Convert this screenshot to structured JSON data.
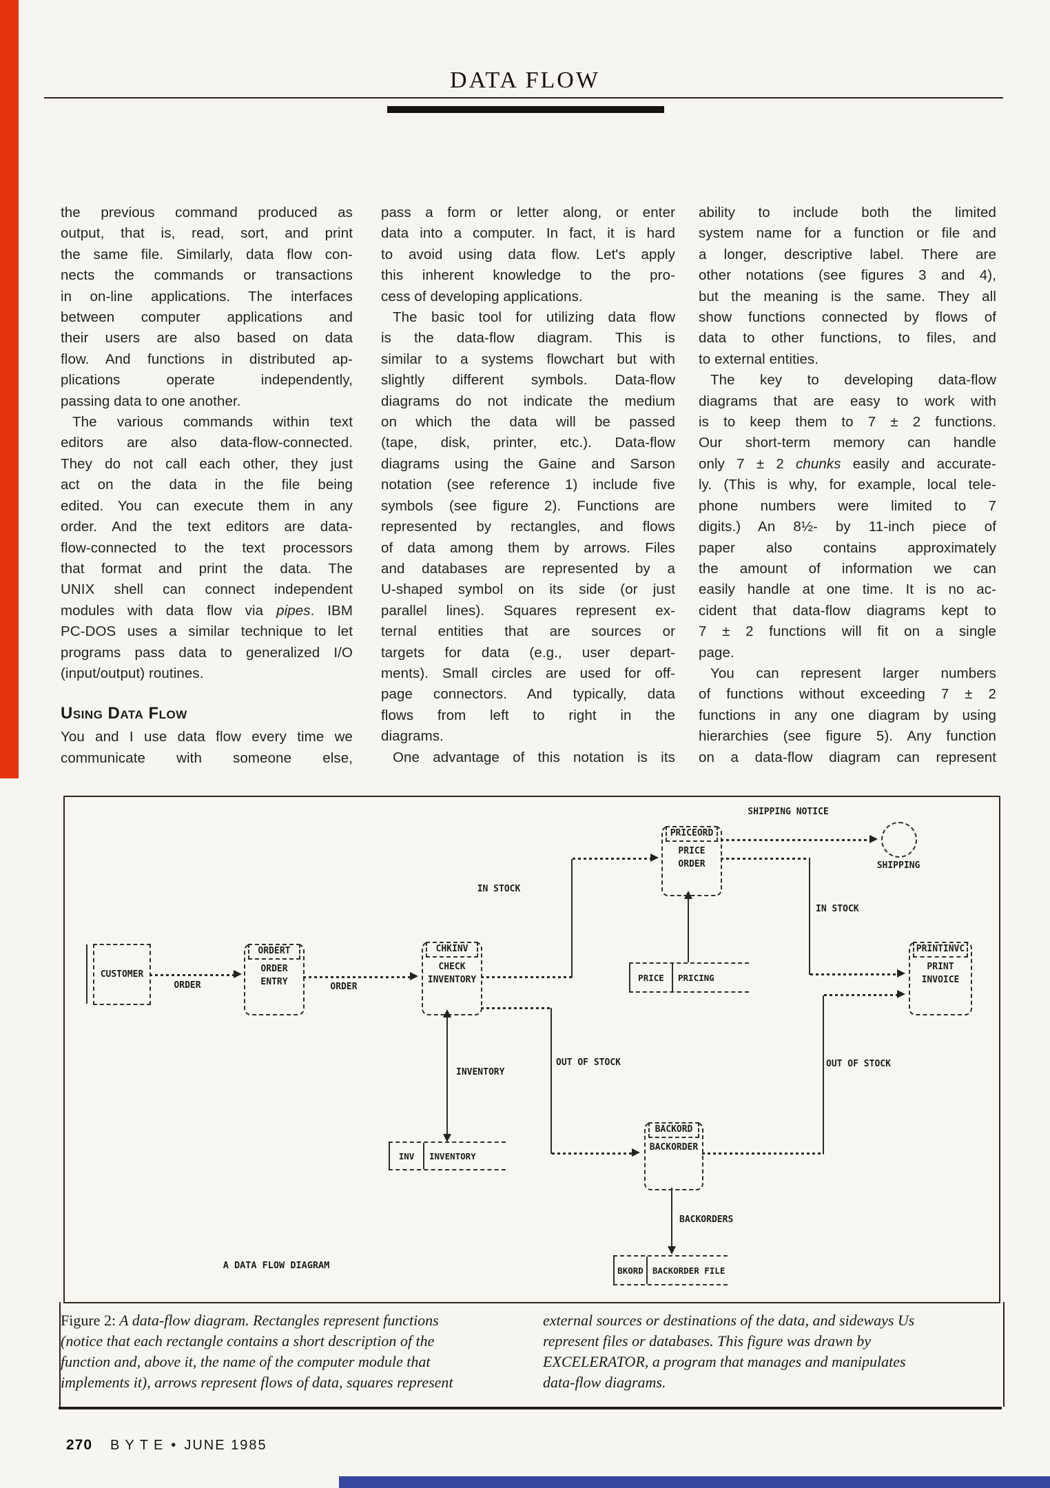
{
  "header": {
    "title": "DATA FLOW"
  },
  "article": {
    "columns": [
      {
        "lines": [
          {
            "t": "the previous command produced as"
          },
          {
            "t": "output, that is, read, sort, and print"
          },
          {
            "t": "the same file. Similarly, data flow con-"
          },
          {
            "t": "nects the commands or transactions"
          },
          {
            "t": "in on-line applications. The interfaces"
          },
          {
            "t": "between computer applications and"
          },
          {
            "t": "their users are also based on data"
          },
          {
            "t": "flow. And functions in distributed ap-"
          },
          {
            "t": "plications operate independently,"
          },
          {
            "t": "passing data to one another.",
            "e": 1
          },
          {
            "t": "The various commands within text",
            "i": 1
          },
          {
            "t": "editors are also data-flow-connected."
          },
          {
            "t": "They do not call each other, they just"
          },
          {
            "t": "act on the data in the file being"
          },
          {
            "t": "edited. You can execute them in any"
          },
          {
            "t": "order. And the text editors are data-"
          },
          {
            "t": "flow-connected to the text processors"
          },
          {
            "t": "that format and print the data. The"
          },
          {
            "t": "UNIX shell can connect independent"
          },
          {
            "t": "modules with data flow via *pipes*. IBM"
          },
          {
            "t": "PC-DOS uses a similar technique to let"
          },
          {
            "t": "programs pass data to generalized I/O"
          },
          {
            "t": "(input/output) routines.",
            "e": 1
          },
          {
            "t": "Using Data Flow",
            "h": 1
          },
          {
            "t": "You and I use data flow every time we"
          },
          {
            "t": "communicate with someone else,"
          }
        ]
      },
      {
        "lines": [
          {
            "t": "pass a form or letter along, or enter"
          },
          {
            "t": "data into a computer. In fact, it is hard"
          },
          {
            "t": "to avoid using data flow. Let's apply"
          },
          {
            "t": "this inherent knowledge to the pro-"
          },
          {
            "t": "cess of developing applications.",
            "e": 1
          },
          {
            "t": "The basic tool for utilizing data flow",
            "i": 1
          },
          {
            "t": "is the data-flow diagram. This is"
          },
          {
            "t": "similar to a systems flowchart but with"
          },
          {
            "t": "slightly different symbols. Data-flow"
          },
          {
            "t": "diagrams do not indicate the medium"
          },
          {
            "t": "on which the data will be passed"
          },
          {
            "t": "(tape, disk, printer, etc.). Data-flow"
          },
          {
            "t": "diagrams using the Gaine and Sarson"
          },
          {
            "t": "notation (see reference 1) include five"
          },
          {
            "t": "symbols (see figure 2). Functions are"
          },
          {
            "t": "represented by rectangles, and flows"
          },
          {
            "t": "of data among them by arrows. Files"
          },
          {
            "t": "and databases are represented by a"
          },
          {
            "t": "U-shaped symbol on its side (or just"
          },
          {
            "t": "parallel lines). Squares represent ex-"
          },
          {
            "t": "ternal entities that are sources or"
          },
          {
            "t": "targets for data (e.g., user depart-"
          },
          {
            "t": "ments). Small circles are used for off-"
          },
          {
            "t": "page connectors. And typically, data"
          },
          {
            "t": "flows from left to right in the"
          },
          {
            "t": "diagrams.",
            "e": 1
          },
          {
            "t": "One advantage of this notation is its",
            "i": 1
          }
        ]
      },
      {
        "lines": [
          {
            "t": "ability to include both the limited"
          },
          {
            "t": "system name for a function or file and"
          },
          {
            "t": "a longer, descriptive label. There are"
          },
          {
            "t": "other notations (see figures 3 and 4),"
          },
          {
            "t": "but the meaning is the same. They all"
          },
          {
            "t": "show functions connected by flows of"
          },
          {
            "t": "data to other functions, to files, and"
          },
          {
            "t": "to external entities.",
            "e": 1
          },
          {
            "t": "The key to developing data-flow",
            "i": 1
          },
          {
            "t": "diagrams that are easy to work with"
          },
          {
            "t": "is to keep them to 7 ± 2 functions."
          },
          {
            "t": "Our short-term memory can handle"
          },
          {
            "t": "only 7 ± 2 *chunks* easily and accurate-"
          },
          {
            "t": "ly. (This is why, for example, local tele-"
          },
          {
            "t": "phone numbers were limited to 7"
          },
          {
            "t": "digits.) An 8½- by 11-inch piece of"
          },
          {
            "t": "paper also contains approximately"
          },
          {
            "t": "the amount of information we can"
          },
          {
            "t": "easily handle at one time. It is no ac-"
          },
          {
            "t": "cident that data-flow diagrams kept to"
          },
          {
            "t": "7 ± 2 functions will fit on a single"
          },
          {
            "t": "page.",
            "e": 1
          },
          {
            "t": "You can represent larger numbers",
            "i": 1
          },
          {
            "t": "of functions without exceeding 7 ± 2"
          },
          {
            "t": "functions in any one diagram by using"
          },
          {
            "t": "hierarchies (see figure 5). Any function"
          },
          {
            "t": "on a data-flow diagram can represent"
          }
        ]
      }
    ]
  },
  "figure": {
    "diagram": {
      "title": "A DATA FLOW DIAGRAM",
      "entities": {
        "customer": "CUSTOMER"
      },
      "functions": {
        "orderentry": {
          "module": "ORDERT",
          "line1": "ORDER",
          "line2": "ENTRY"
        },
        "chkinv": {
          "module": "CHKINV",
          "line1": "CHECK",
          "line2": "INVENTORY"
        },
        "priceord": {
          "module": "PRICEORD",
          "line1": "PRICE",
          "line2": "ORDER"
        },
        "backord": {
          "module": "BACKORD",
          "line1": "BACKORDER"
        },
        "printinvc": {
          "module": "PRINTINVC",
          "line1": "PRINT",
          "line2": "INVOICE"
        }
      },
      "files": {
        "pricing": {
          "short": "PRICE",
          "name": "PRICING"
        },
        "inventory": {
          "short": "INV",
          "name": "INVENTORY"
        },
        "backorder": {
          "short": "BKORD",
          "name": "BACKORDER FILE"
        }
      },
      "offpage": {
        "label": "SHIPPING"
      },
      "labels": {
        "shipping_notice": "SHIPPING NOTICE",
        "in_stock_top": "IN STOCK",
        "in_stock_right": "IN STOCK",
        "order_1": "ORDER",
        "order_2": "ORDER",
        "out_of_stock_left": "OUT OF STOCK",
        "out_of_stock_right": "OUT OF STOCK",
        "inventory": "INVENTORY",
        "backorders": "BACKORDERS"
      }
    },
    "caption": {
      "left": [
        {
          "t": "~Figure 2:~ A data-flow diagram. Rectangles represent functions"
        },
        {
          "t": "(notice that each rectangle contains a short description of the"
        },
        {
          "t": "function and, above it, the name of the computer module that"
        },
        {
          "t": "implements it), arrows represent flows of data, squares represent"
        }
      ],
      "right": [
        {
          "t": "external sources or destinations of the data, and sideways Us"
        },
        {
          "t": "represent files or databases. This figure was drawn by"
        },
        {
          "t": "EXCELERATOR, a program that manages and manipulates"
        },
        {
          "t": "data-flow diagrams."
        }
      ]
    }
  },
  "footer": {
    "page_number": "270",
    "magazine": "BYTE",
    "separator": "•",
    "issue": "JUNE 1985"
  }
}
